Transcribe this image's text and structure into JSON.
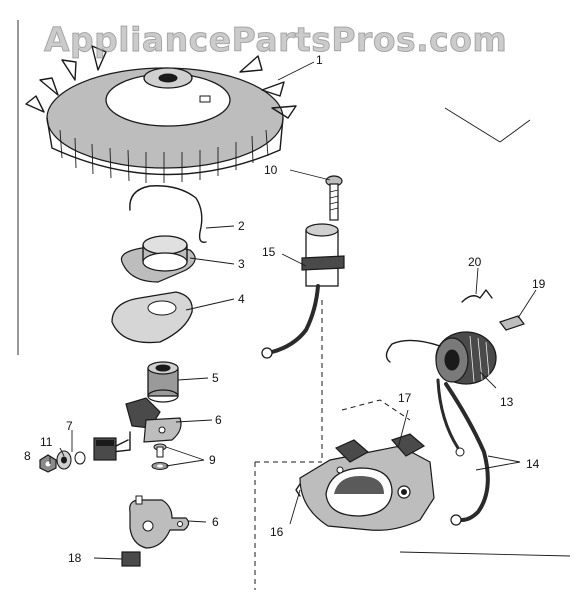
{
  "watermark": "AppliancePartsPros.com",
  "callouts": [
    {
      "id": "1",
      "label": "1"
    },
    {
      "id": "2",
      "label": "2"
    },
    {
      "id": "3",
      "label": "3"
    },
    {
      "id": "4",
      "label": "4"
    },
    {
      "id": "5",
      "label": "5"
    },
    {
      "id": "6a",
      "label": "6"
    },
    {
      "id": "6b",
      "label": "6"
    },
    {
      "id": "7",
      "label": "7"
    },
    {
      "id": "8",
      "label": "8"
    },
    {
      "id": "9",
      "label": "9"
    },
    {
      "id": "10",
      "label": "10"
    },
    {
      "id": "11",
      "label": "11"
    },
    {
      "id": "13",
      "label": "13"
    },
    {
      "id": "14",
      "label": "14"
    },
    {
      "id": "15",
      "label": "15"
    },
    {
      "id": "16",
      "label": "16"
    },
    {
      "id": "17",
      "label": "17"
    },
    {
      "id": "18",
      "label": "18"
    },
    {
      "id": "19",
      "label": "19"
    },
    {
      "id": "20",
      "label": "20"
    }
  ]
}
